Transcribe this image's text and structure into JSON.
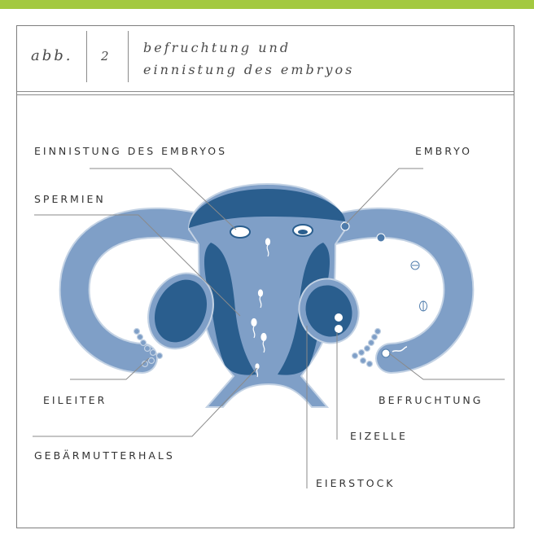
{
  "header": {
    "figure_prefix": "abb.",
    "figure_number": "2",
    "title_line1": "befruchtung und",
    "title_line2": "einnistung des embryos"
  },
  "labels": {
    "einnistung": "EINNISTUNG DES EMBRYOS",
    "spermien": "SPERMIEN",
    "embryo": "EMBRYO",
    "eileiter": "EILEITER",
    "befruchtung": "BEFRUCHTUNG",
    "eizelle": "EIZELLE",
    "gebaermutterhals": "GEBÄRMUTTERHALS",
    "eierstock": "EIERSTOCK"
  },
  "colors": {
    "accent_bar": "#a3c940",
    "organ_light": "#7f9fc7",
    "organ_dark": "#2a5e8e",
    "organ_mid": "#4e7bab",
    "outline": "#c3d2e4",
    "leader": "#8a8a8a"
  }
}
